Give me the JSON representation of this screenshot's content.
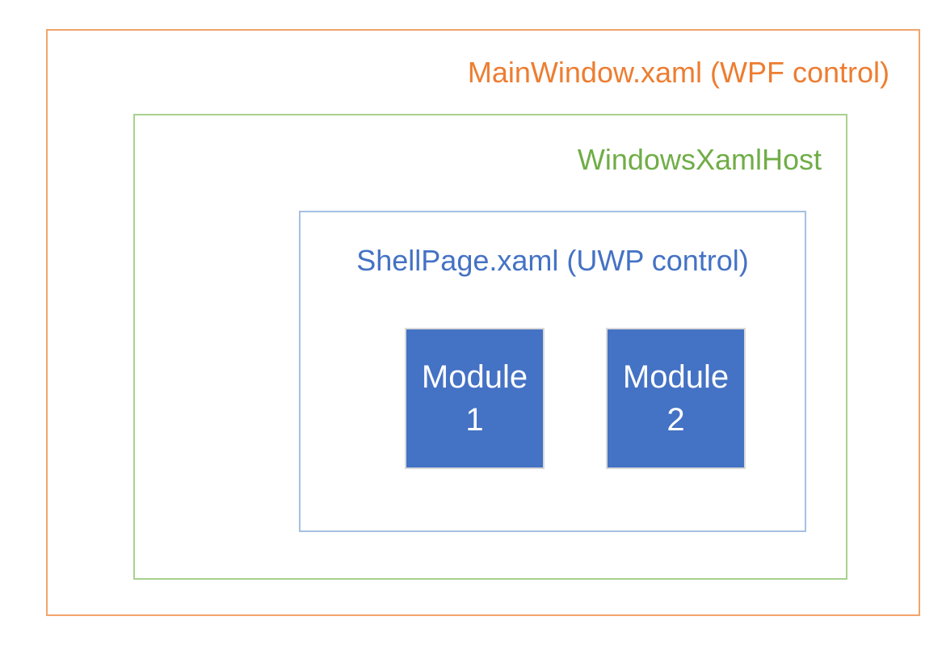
{
  "diagram": {
    "outer_box": {
      "label": "MainWindow.xaml (WPF control)",
      "text_color": "#ED7D31",
      "border_color": "#F2A46B"
    },
    "host_box": {
      "label": "WindowsXamlHost",
      "text_color": "#70AD47",
      "border_color": "#A9D18E"
    },
    "shell_box": {
      "label": "ShellPage.xaml (UWP control)",
      "text_color": "#4472C4",
      "border_color": "#A5C0E2"
    },
    "modules": [
      {
        "line1": "Module",
        "line2": "1"
      },
      {
        "line1": "Module",
        "line2": "2"
      }
    ],
    "module_style": {
      "fill_color": "#4472C4",
      "border_color": "#D9D9D9",
      "text_color": "#FFFFFF"
    },
    "background_color": "#FFFFFF"
  }
}
